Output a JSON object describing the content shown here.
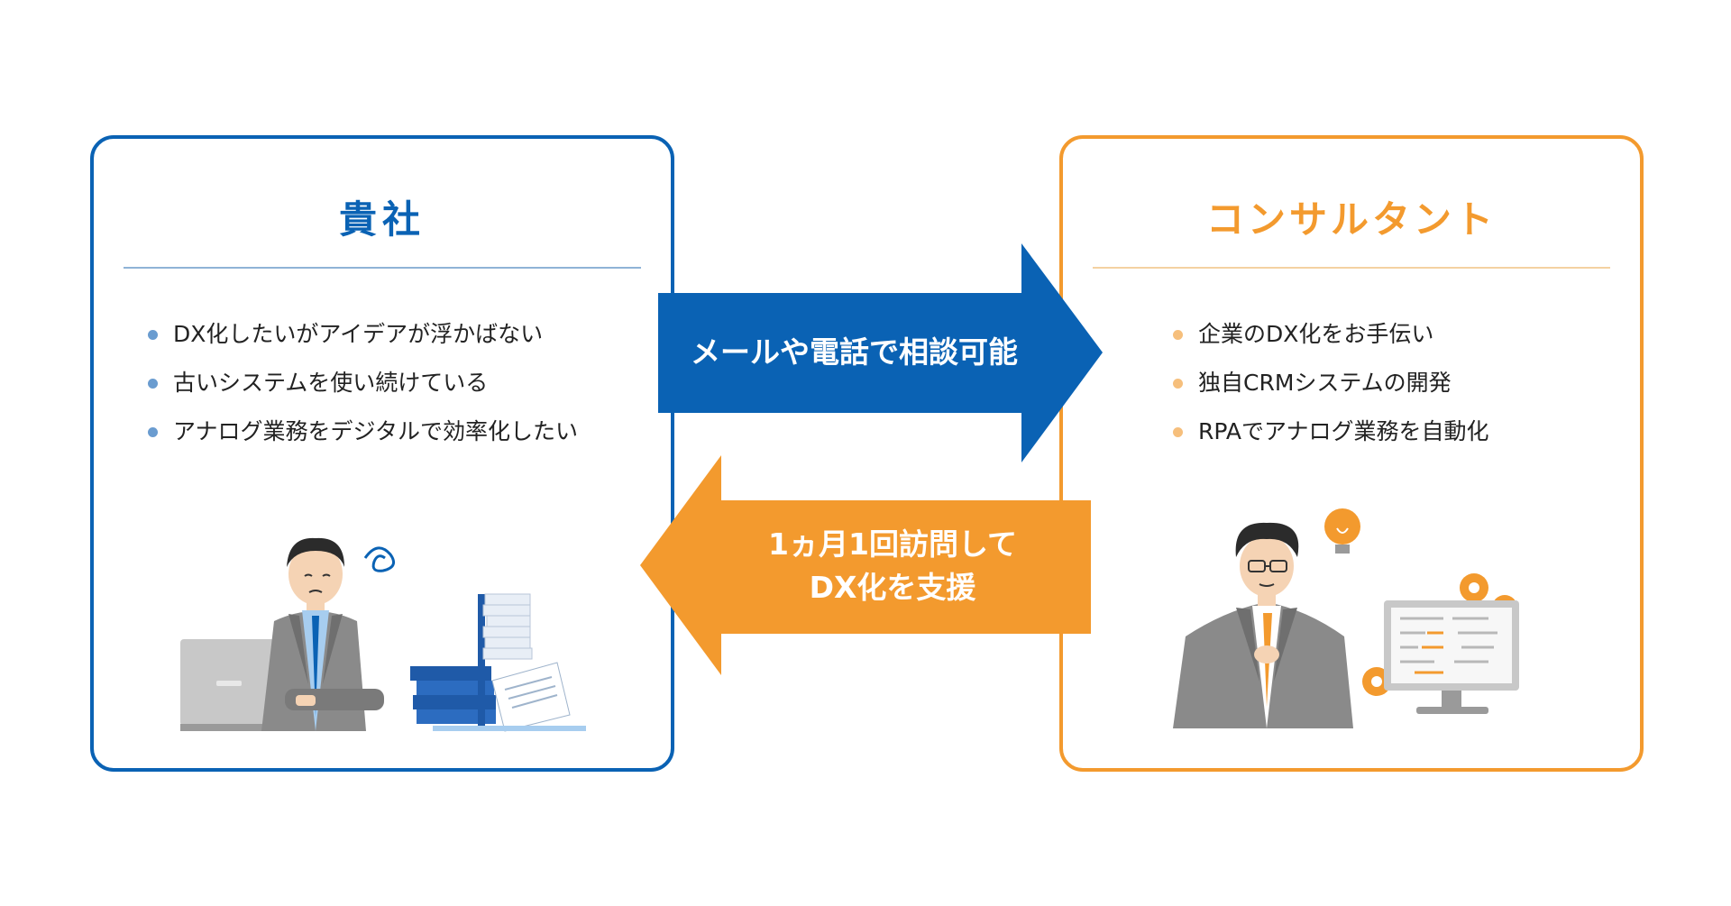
{
  "left_panel": {
    "title": "貴社",
    "items": [
      "DX化したいがアイデアが浮かばない",
      "古いシステムを使い続けている",
      "アナログ業務をデジタルで効率化したい"
    ]
  },
  "right_panel": {
    "title": "コンサルタント",
    "items": [
      "企業のDX化をお手伝い",
      "独自CRMシステムの開発",
      "RPAでアナログ業務を自動化"
    ]
  },
  "arrow_right": {
    "label": "メールや電話で相談可能"
  },
  "arrow_left": {
    "line1": "1ヵ月1回訪問して",
    "line2": "DX化を支援"
  },
  "colors": {
    "blue": "#0a62b4",
    "orange": "#f39a2e",
    "suit_gray": "#8a8a8a"
  }
}
